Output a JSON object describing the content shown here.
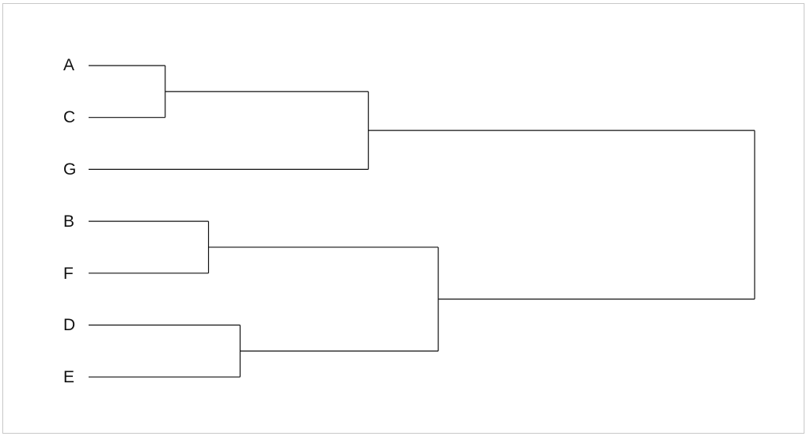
{
  "dendrogram": {
    "leaves": [
      "A",
      "C",
      "G",
      "B",
      "F",
      "D",
      "E"
    ],
    "merges": [
      {
        "children": [
          "A",
          "C"
        ],
        "height": 0.23
      },
      {
        "children": [
          "B",
          "F"
        ],
        "height": 0.36
      },
      {
        "children": [
          "D",
          "E"
        ],
        "height": 0.455
      },
      {
        "children": [
          "AC",
          "G"
        ],
        "height": 0.84
      },
      {
        "children": [
          "BF",
          "DE"
        ],
        "height": 1.05
      },
      {
        "children": [
          "ACG",
          "BFDE"
        ],
        "height": 2.0
      }
    ],
    "colors": {
      "line": "#111111",
      "label": "#111111",
      "frame": "#c8c8c8"
    }
  }
}
